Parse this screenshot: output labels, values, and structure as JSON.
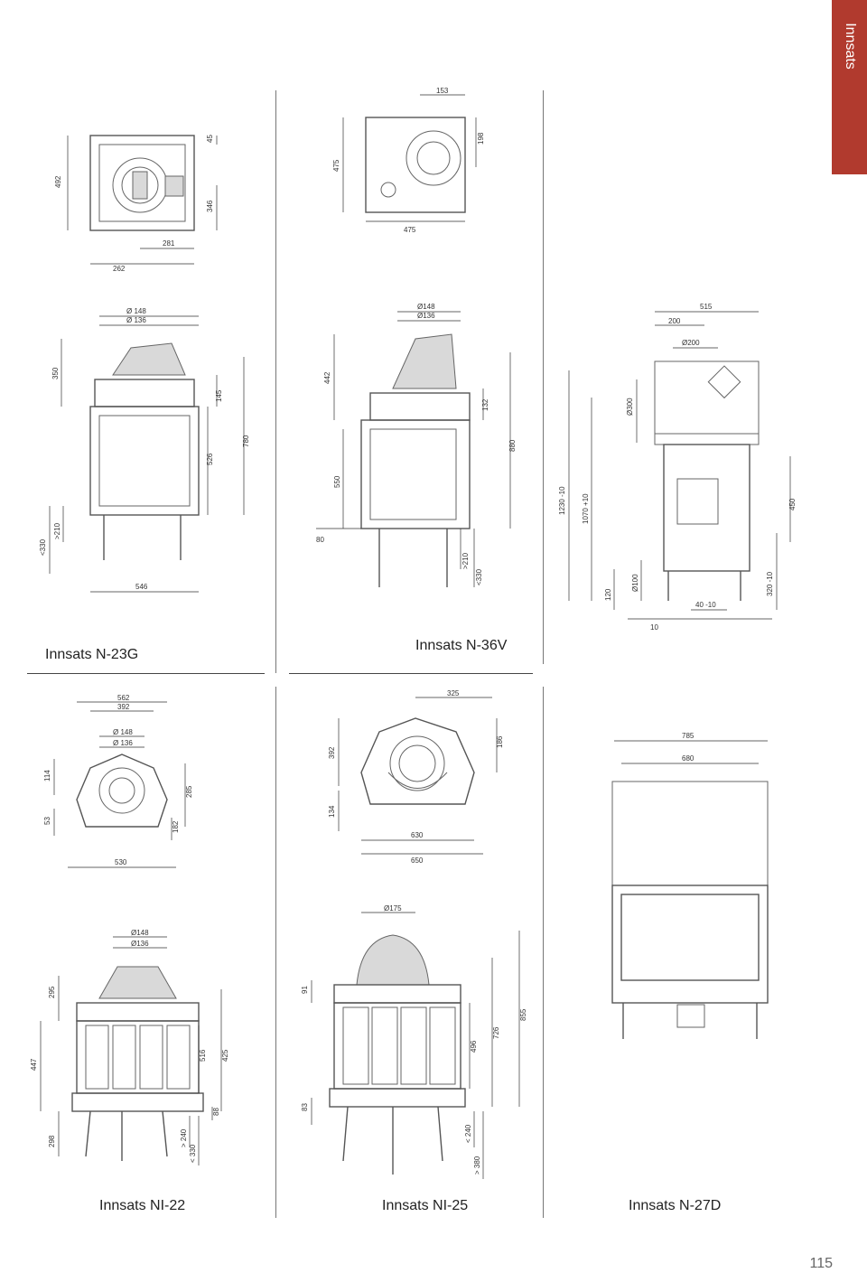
{
  "section_tab": "Innsats",
  "page_number": "115",
  "products": [
    {
      "caption": "Innsats N-23G",
      "dims_top": [
        "492",
        "45",
        "346",
        "281",
        "262"
      ],
      "dims_front": [
        "Ø 148",
        "Ø 136",
        "350",
        "145",
        "780",
        "526",
        "<330",
        ">210",
        "546"
      ]
    },
    {
      "caption": "Innsats N-36V",
      "dims_top": [
        "153",
        "198",
        "475",
        "475"
      ],
      "dims_front": [
        "Ø148",
        "Ø136",
        "442",
        "132",
        "880",
        "550",
        "80",
        ">210",
        "<330"
      ]
    },
    {
      "caption": "",
      "dims_side": [
        "515",
        "200",
        "Ø200",
        "Ø300",
        "1230 -10",
        "1070 +10",
        "450",
        "120",
        "Ø100",
        "40 -10",
        "10",
        "320 -10"
      ]
    },
    {
      "caption": "Innsats NI-22",
      "dims_top": [
        "562",
        "392",
        "Ø 148",
        "Ø 136",
        "114",
        "53",
        "285",
        "182",
        "530"
      ],
      "dims_front": [
        "Ø148",
        "Ø136",
        "295",
        "447",
        "516",
        "425",
        "298",
        "88",
        "> 240",
        "< 330"
      ]
    },
    {
      "caption": "Innsats NI-25",
      "dims_top": [
        "325",
        "392",
        "186",
        "134",
        "630",
        "650"
      ],
      "dims_front": [
        "Ø175",
        "91",
        "83",
        "496",
        "726",
        "855",
        "< 240",
        "> 380"
      ]
    },
    {
      "caption": "Innsats N-27D",
      "dims_front": [
        "785",
        "680"
      ]
    }
  ]
}
